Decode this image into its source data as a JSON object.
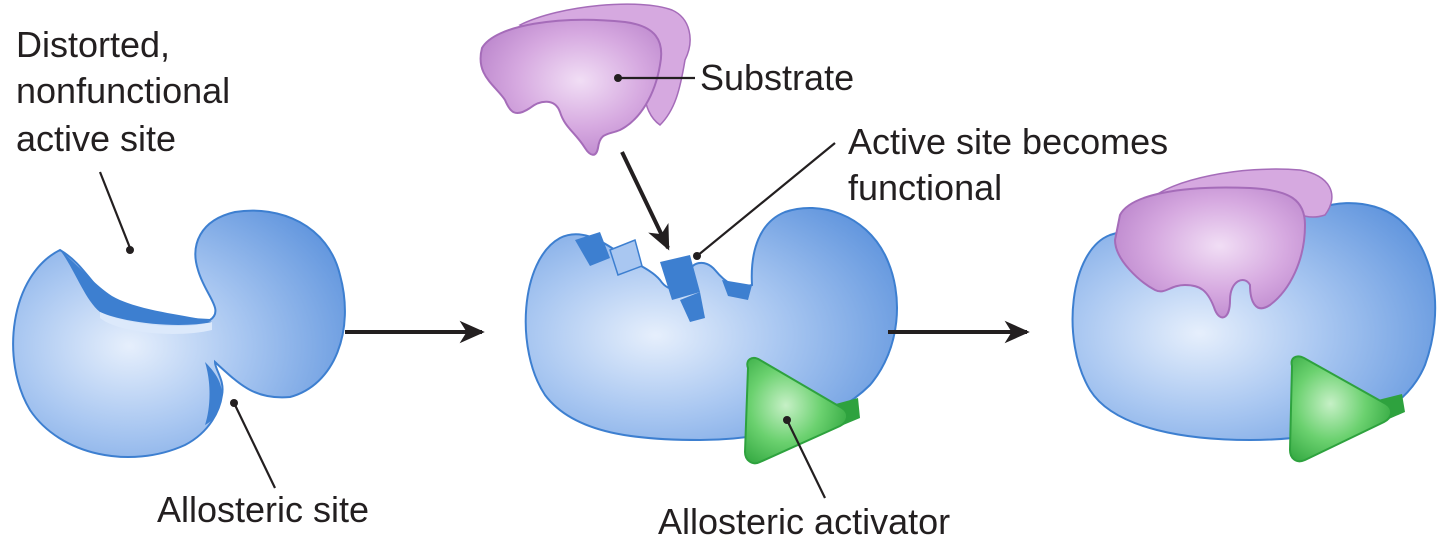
{
  "labels": {
    "distorted_line1": "Distorted,",
    "distorted_line2": "nonfunctional",
    "distorted_line3": "active site",
    "allosteric_site": "Allosteric site",
    "substrate": "Substrate",
    "active_line1": "Active site becomes",
    "active_line2": "functional",
    "allosteric_activator": "Allosteric activator"
  },
  "colors": {
    "enzyme": "#7ea9e6",
    "enzyme_dark": "#3d7fd0",
    "enzyme_light": "#dce9fb",
    "substrate": "#c997d6",
    "substrate_dark": "#a56cb9",
    "activator": "#4fc45a",
    "activator_dark": "#2ea23e",
    "text": "#231f20"
  }
}
